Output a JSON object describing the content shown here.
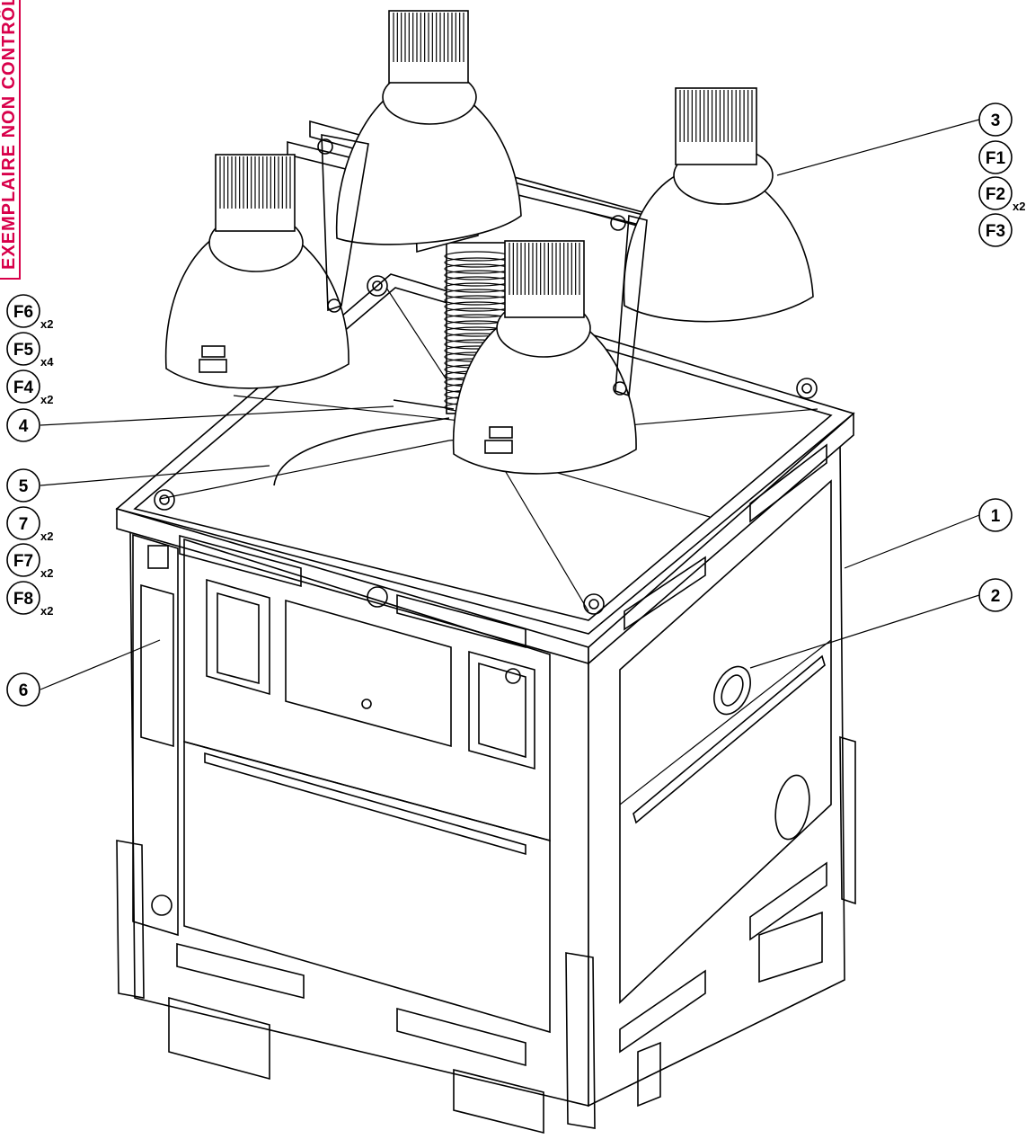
{
  "stamp": {
    "text": "EXEMPLAIRE NON CONTRÔLÉ",
    "color": "#d8004a"
  },
  "callouts": [
    {
      "id": "3",
      "multiplier": ""
    },
    {
      "id": "F1",
      "multiplier": ""
    },
    {
      "id": "F2",
      "multiplier": "x2"
    },
    {
      "id": "F3",
      "multiplier": ""
    },
    {
      "id": "F6",
      "multiplier": "x2"
    },
    {
      "id": "F5",
      "multiplier": "x4"
    },
    {
      "id": "F4",
      "multiplier": "x2"
    },
    {
      "id": "4",
      "multiplier": ""
    },
    {
      "id": "5",
      "multiplier": ""
    },
    {
      "id": "7",
      "multiplier": "x2"
    },
    {
      "id": "F7",
      "multiplier": "x2"
    },
    {
      "id": "F8",
      "multiplier": "x2"
    },
    {
      "id": "6",
      "multiplier": ""
    },
    {
      "id": "1",
      "multiplier": ""
    },
    {
      "id": "2",
      "multiplier": ""
    }
  ]
}
